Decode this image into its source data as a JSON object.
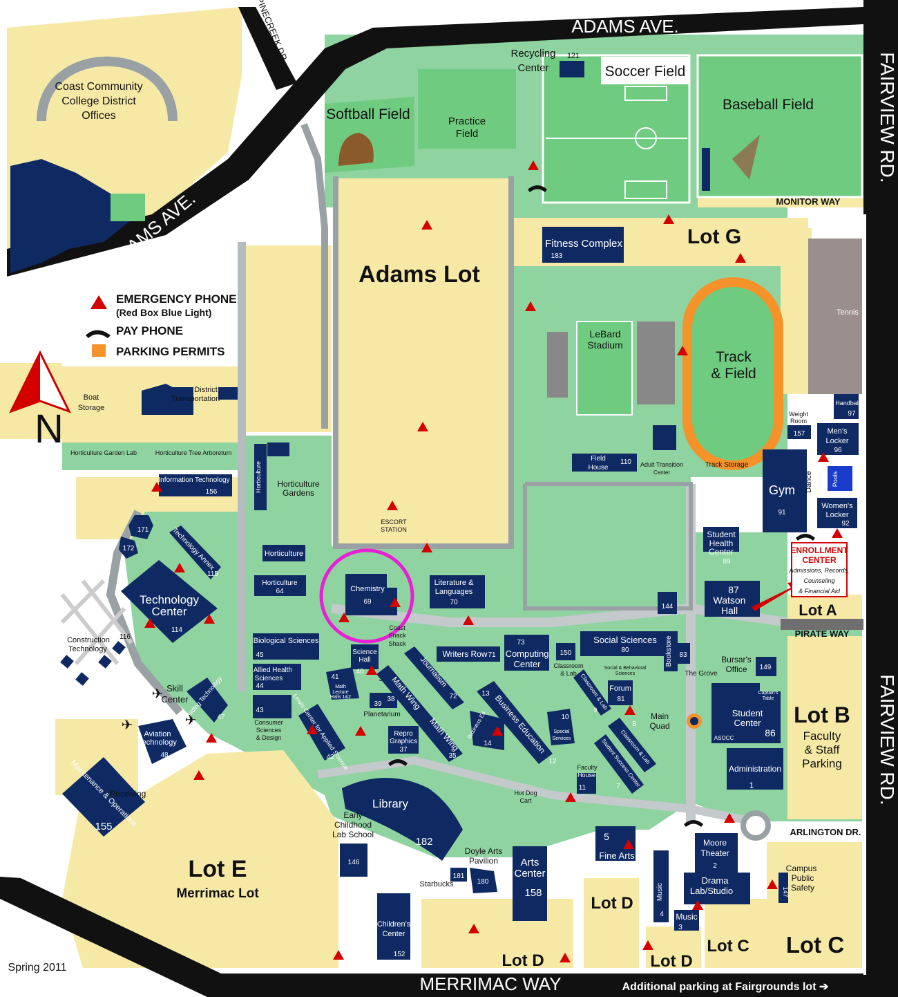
{
  "roads": {
    "adams_top": "ADAMS AVE.",
    "adams_diag": "ADAMS AVE.",
    "pinecreek": "PINECREEK DR.",
    "fairview_upper": "FAIRVIEW RD.",
    "fairview_lower": "FAIRVIEW RD.",
    "merrimac": "MERRIMAC WAY",
    "monitor": "MONITOR WAY",
    "pirate": "PIRATE WAY",
    "arlington": "ARLINGTON DR."
  },
  "legend": {
    "emergency_title": "EMERGENCY PHONE",
    "emergency_sub": "(Red Box Blue Light)",
    "pay_phone": "PAY PHONE",
    "parking_permits": "PARKING PERMITS"
  },
  "compass": {
    "letter": "N"
  },
  "footer": {
    "date": "Spring 2011",
    "additional": "Additional parking at Fairgrounds lot ➔"
  },
  "lots": {
    "adams": "Adams Lot",
    "g": "Lot G",
    "a": "Lot A",
    "b": "Lot B",
    "b_sub1": "Faculty",
    "b_sub2": "& Staff",
    "b_sub3": "Parking",
    "e": "Lot E",
    "e_sub": "Merrimac Lot",
    "d1": "Lot D",
    "d2": "Lot D",
    "d3": "Lot D",
    "c1": "Lot C",
    "c2": "Lot C"
  },
  "fields": {
    "soccer": "Soccer Field",
    "baseball": "Baseball Field",
    "softball": "Softball Field",
    "practice1": "Practice",
    "practice2": "Field",
    "recycling1": "Recycling",
    "recycling2": "Center",
    "recycling_num": "121",
    "stadium1": "LeBard",
    "stadium2": "Stadium",
    "track1": "Track",
    "track2": "& Field",
    "tennis": "Tennis",
    "district1": "Coast Community",
    "district2": "College District",
    "district3": "Offices",
    "boat1": "Boat",
    "boat2": "Storage",
    "dist_trans1": "District",
    "dist_trans2": "Transportation",
    "hort_garden_lab": "Horticulture Garden Lab",
    "hort_tree": "Horticulture Tree Arboretum",
    "hort_gardens1": "Horticulture",
    "hort_gardens2": "Gardens",
    "escort1": "ESCORT",
    "escort2": "STATION",
    "grove": "The Grove",
    "main_quad1": "Main",
    "main_quad2": "Quad",
    "hotdog1": "Hot Dog",
    "hotdog2": "Cart",
    "starbucks": "Starbucks",
    "receiving": "Receiving",
    "construction1": "Construction",
    "construction2": "Technology",
    "construction_num": "116",
    "skill1": "Skill",
    "skill2": "Center",
    "adult_transition1": "Adult Transition",
    "adult_transition2": "Center",
    "track_storage": "Track Storage",
    "early1": "Early",
    "early2": "Childhood",
    "early3": "Lab School",
    "doyle1": "Doyle Arts",
    "doyle2": "Pavilion",
    "campus_safety1": "Campus",
    "campus_safety2": "Public",
    "campus_safety3": "Safety"
  },
  "buildings": {
    "fitness": "Fitness Complex",
    "fitness_num": "183",
    "field_house1": "Field",
    "field_house2": "House",
    "field_house_num": "110",
    "weight1": "Weight",
    "weight2": "Room",
    "weight_num": "157",
    "handball": "Handball",
    "handball_num": "97",
    "mens1": "Men's",
    "mens2": "Locker",
    "mens_num": "96",
    "pools": "Pools",
    "dance": "Dance",
    "gym": "Gym",
    "gym_num": "91",
    "womens1": "Women's",
    "womens2": "Locker",
    "womens_num": "92",
    "health1": "Student",
    "health2": "Health",
    "health3": "Center",
    "health_num": "89",
    "watson_num": "87",
    "watson1": "Watson",
    "watson2": "Hall",
    "enroll1": "ENROLLMENT",
    "enroll2": "CENTER",
    "enroll3": "Admissions, Records,",
    "enroll4": "Counseling",
    "enroll5": "& Financial Aid",
    "info_tech": "Information Technology",
    "info_tech_num": "156",
    "horticulture_v": "Horticulture",
    "horticulture_b": "Horticulture",
    "hort64": "Horticulture",
    "hort64_num": "64",
    "chemistry": "Chemistry",
    "chemistry_num": "69",
    "litlang1": "Literature &",
    "litlang2": "Languages",
    "litlang_num": "70",
    "b144": "144",
    "snack1": "Coast",
    "snack2": "Snack",
    "snack3": "Shack",
    "b171": "171",
    "b172": "172",
    "tech_annex": "Technology Annex",
    "tech_annex_num": "115",
    "tech_center1": "Technology",
    "tech_center2": "Center",
    "tech_center_num": "114",
    "bio": "Biological Sciences",
    "bio_num": "45",
    "allied1": "Allied Health",
    "allied2": "Sciences",
    "allied_num": "44",
    "consumer1": "Consumer",
    "consumer2": "Sciences",
    "consumer3": "& Design",
    "consumer_num": "43",
    "science_hall1": "Science",
    "science_hall2": "Hall",
    "science_hall_num": "40",
    "math_lecture1": "Math",
    "math_lecture2": "Lecture",
    "math_lecture3": "Halls 1&2",
    "b41": "41",
    "b36": "36",
    "b39": "39",
    "b38": "38",
    "planetarium": "Planetarium",
    "math_wing_a": "Math Wing",
    "math_wing_b": "Math Wing",
    "math_wing_num": "35",
    "journalism": "Journalism",
    "journalism_num": "72",
    "writers": "Writers Row",
    "writers_num": "71",
    "computing1": "Computing",
    "computing2": "Center",
    "computing_num": "73",
    "b150": "150",
    "classroom_lab1": "Classroom",
    "classroom_lab2": "& Lab",
    "social": "Social Sciences",
    "social_num": "80",
    "bookstore": "Bookstore",
    "b83": "83",
    "bursar1": "Bursar's",
    "bursar2": "Office",
    "b149": "149",
    "captains1": "Captain's",
    "captains2": "Table",
    "student_center1": "Student",
    "student_center2": "Center",
    "student_center_num": "86",
    "asocc": "ASOCC",
    "admin": "Administration",
    "admin_num": "1",
    "soc_behav1": "Social & Behavioral",
    "soc_behav2": "Sciences",
    "forum": "Forum",
    "forum_num": "81",
    "class_lab9": "Classroom & Lab",
    "b9": "9",
    "class_lab8": "Classroom & Lab",
    "b8": "8",
    "ssc": "Student Success Center",
    "ssc_num": "7",
    "special1": "Special",
    "special2": "Services",
    "special_num": "10",
    "business_ed": "Business Ed",
    "b13": "13",
    "b14": "14",
    "bus_edu": "Business Education",
    "bus_edu_num": "12",
    "faculty_house1": "Faculty",
    "faculty_house2": "House",
    "faculty_house_num": "11",
    "repro1": "Repro",
    "repro2": "Graphics",
    "repro_num": "37",
    "lewis": "Lewis Center for Applied Science",
    "lewis_num": "42",
    "aviation1": "Aviation",
    "aviation2": "Technology",
    "aviation_num": "48",
    "welding": "Welding Technology",
    "welding_num": "47",
    "maint": "Maintenance & Operations",
    "maint_num": "155",
    "library": "Library",
    "library_num": "182",
    "b146": "146",
    "b181": "181",
    "b180": "180",
    "arts1": "Arts",
    "arts2": "Center",
    "arts_num": "158",
    "fine_arts": "Fine Arts",
    "fine_arts_num": "5",
    "moore1": "Moore",
    "moore2": "Theater",
    "moore_num": "2",
    "drama1": "Drama",
    "drama2": "Lab/Studio",
    "music_v": "Music",
    "music_v_num": "4",
    "music": "Music",
    "music_num": "3",
    "childrens1": "Children's",
    "childrens2": "Center",
    "childrens_num": "152",
    "b147": "147"
  },
  "colors": {
    "building": "#0f2a63",
    "parking": "#f6e9a6",
    "grass": "#8fd3a0",
    "road": "#111111",
    "emergency": "#d40000",
    "permits": "#f5922a",
    "highlight": "#e81fd6",
    "track": "#f5922a"
  }
}
